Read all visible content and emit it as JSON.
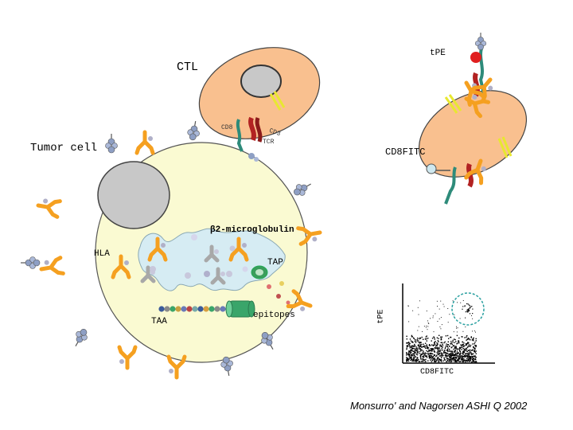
{
  "labels": {
    "ctl": "CTL",
    "tpe_top": "tPE",
    "tumor_cell": "Tumor cell",
    "cd8": "CD8",
    "cd3": "CD3",
    "tcr": "TCR",
    "cd8fitc_top": "CD8FITC",
    "b2m": "β2-microglobulin",
    "hla": "HLA",
    "tap": "TAP",
    "taa": "TAA",
    "epitopes": "epitopes",
    "axis_y": "tPE",
    "axis_x": "CD8FITC",
    "citation": "Monsurro' and Nagorsen ASHI Q 2002"
  },
  "colors": {
    "tumor_fill": "#fafad2",
    "ctl_fill": "#f9c08f",
    "nucleus": "#c8c8c8",
    "hla_orange": "#f5a020",
    "tcr_red": "#b22222",
    "cd8_teal": "#2e8b7a",
    "er_fill": "#d6ecf3",
    "gate": "#2aa0a0"
  }
}
